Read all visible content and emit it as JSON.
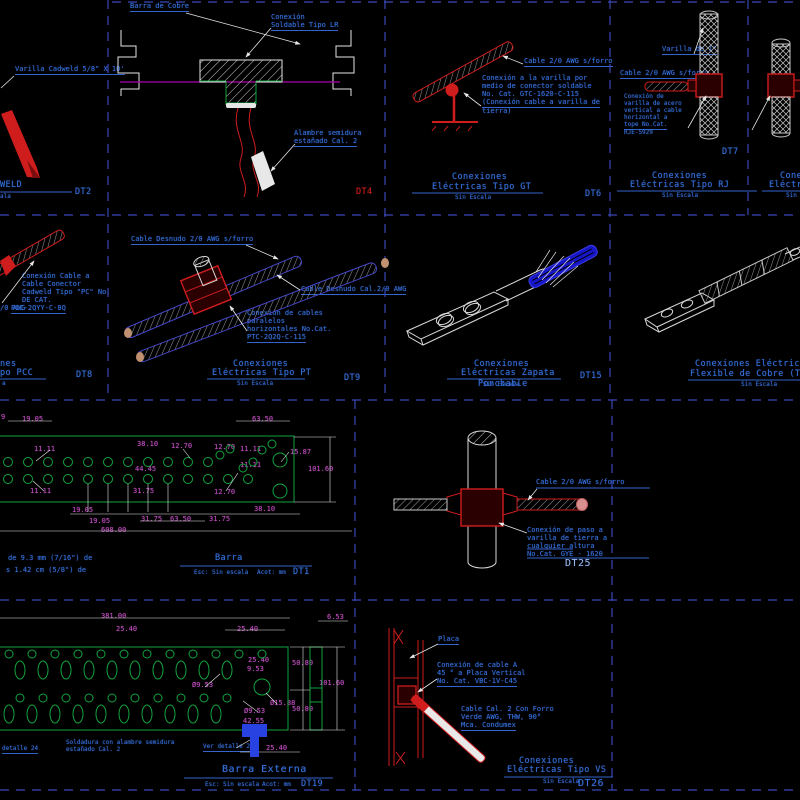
{
  "palette": {
    "background": "#000000",
    "grid_blue": "#3948b8",
    "text_blue": "#3670dd",
    "dim_magenta": "#c04fc0",
    "line_green": "#12a33f",
    "line_red": "#cf1d1d",
    "line_white": "#e6e6e6",
    "solid_blue": "#2742e0"
  },
  "cells": {
    "dt2": {
      "label_varilla": "Varilla Cadweld 5/8\" X 10'",
      "title_fragment": "WELD",
      "subtitle_fragment": "ala",
      "code": "DT2"
    },
    "dt4": {
      "label_barra": "Barra de Cobre",
      "label_conexion": [
        "Conexión",
        "Soldable Tipo LR"
      ],
      "label_alambre": [
        "Alambre semidura",
        "estañado Cal. 2"
      ],
      "code": "DT4"
    },
    "dt6": {
      "label_cable": "Cable 2/0 AWG s/forro",
      "note": [
        "Conexión a la varilla por",
        "medio de conector soldable",
        "No. Cat. GTC-1620-C-115",
        "(Conexión cable a varilla de",
        "tierra)"
      ],
      "title": [
        "Conexiones",
        "Eléctricas Tipo GT"
      ],
      "subtitle": "Sin Escala",
      "code": "DT6"
    },
    "dt7": {
      "label_varilla": "Varilla de 1\"",
      "label_cable": "Cable 2/0 AWG s/forro",
      "note": [
        "Conexión de",
        "varilla de acero",
        "vertical a cable",
        "horizontal a",
        "tope No.Cat.",
        "RJE-5929"
      ],
      "title": [
        "Conexiones",
        "Eléctricas Tipo RJ"
      ],
      "subtitle": "Sin Escala",
      "code": "DT7"
    },
    "rj_partial": {
      "title": [
        "Cone",
        "Eléctrica"
      ],
      "subtitle": "Sin"
    },
    "dt8": {
      "fragment_cable": "/0 AWG",
      "catalog": "PCC-2QYY-C-8Q",
      "note": [
        "Conexión Cable a",
        "Cable Conector",
        "Cadweld Tipo \"PC\" No.",
        "DE CAT."
      ],
      "title": [
        "nes",
        "po PCC"
      ],
      "subtitle_fragment": "a",
      "code": "DT8"
    },
    "dt9": {
      "label_cable_top": "Cable Desnudo 2/0 AWG s/forro",
      "label_cable_right": "Cable Desnudo Cal.2/0 AWG",
      "note": [
        "Conexión de cables",
        "paralelos",
        "horizontales No.Cat.",
        "PTC-2Q2Q-C-115"
      ],
      "title": [
        "Conexiones",
        "Eléctricas Tipo PT"
      ],
      "subtitle": "Sin Escala",
      "code": "DT9"
    },
    "dt15": {
      "title": [
        "Conexiones",
        "Eléctricas Zapata",
        "Ponchable"
      ],
      "subtitle": "Sin Escala",
      "code": "DT15"
    },
    "flexible": {
      "title": [
        "Conexiones Eléctricas T",
        "Flexible de Cobre (Tip"
      ],
      "subtitle": "Sin Escala"
    },
    "dt1": {
      "dims": [
        "9",
        "19.05",
        "11.11",
        "11.11",
        "38.10",
        "12.70",
        "44.45",
        "31.75",
        "63.50",
        "12.70",
        "11.11",
        "11.11",
        "15.87",
        "101.60",
        "12.70",
        "38.10",
        "31.75",
        "63.50",
        "31.75",
        "19.05",
        "19.05",
        "608.00"
      ],
      "notes": [
        "de 9.3 mm (7/16\") de",
        "s 1.42 cm (5/8\") de"
      ],
      "title": "Barra",
      "esc": "Esc: Sin escala",
      "acot": "Acot: mm",
      "code": "DT1"
    },
    "dt25": {
      "label_cable": "Cable 2/0 AWG s/forro",
      "note": [
        "Conexión de paso a",
        "varilla de tierra a",
        "cualquier altura",
        "No.Cat. GYE - 1620"
      ],
      "code": "DT25"
    },
    "dt19": {
      "dims": [
        "381.00",
        "25.40",
        "25.40",
        "6.53",
        "25.40",
        "9.53",
        "Ø9.53",
        "Ø9.53",
        "Ø15.88",
        "50.80",
        "50.80",
        "101.60",
        "25.40",
        "42.55"
      ],
      "note_soldadura": [
        "Soldadura con alambre semidura",
        "estañado Cal. 2"
      ],
      "note_detalle": "Ver detalle 24",
      "fragment_detalle": "detalle 24",
      "title": "Barra Externa",
      "esc": "Esc: Sin escala",
      "acot": "Acot: mm",
      "code": "DT19"
    },
    "dt26": {
      "label_placa": "Placa",
      "note_conexion": [
        "Conexión de cable A",
        "45 ° a Placa Vertical",
        "No. Cat. VBC-1V-C45"
      ],
      "note_cable": [
        "Cable Cal. 2 Con Forro",
        "Verde AWG, THW, 90°",
        "Mca. Condumex"
      ],
      "title": [
        "Conexiones",
        "Eléctricas Tipo VS"
      ],
      "subtitle": "Sin Escala",
      "code": "DT26"
    }
  }
}
